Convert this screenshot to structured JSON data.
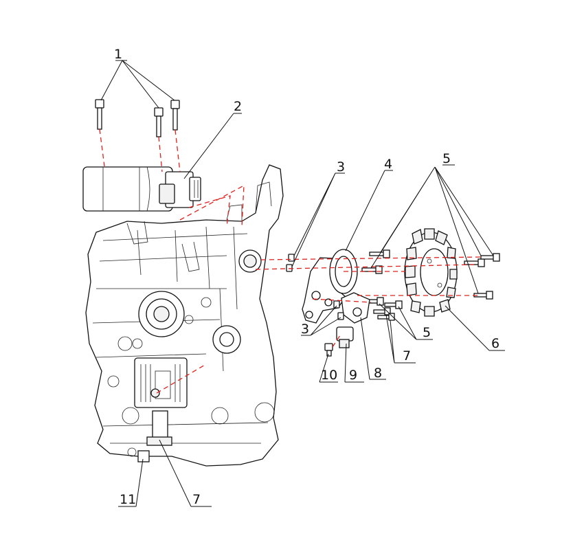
{
  "callouts": [
    {
      "id": "c1",
      "text": "1"
    },
    {
      "id": "c2",
      "text": "2"
    },
    {
      "id": "c3a",
      "text": "3"
    },
    {
      "id": "c4",
      "text": "4"
    },
    {
      "id": "c5a",
      "text": "5"
    },
    {
      "id": "c3b",
      "text": "3"
    },
    {
      "id": "c5b",
      "text": "5"
    },
    {
      "id": "c6",
      "text": "6"
    },
    {
      "id": "c7a",
      "text": "7"
    },
    {
      "id": "c8",
      "text": "8"
    },
    {
      "id": "c9",
      "text": "9"
    },
    {
      "id": "c10",
      "text": "10"
    },
    {
      "id": "c11",
      "text": "11"
    },
    {
      "id": "c7b",
      "text": "7"
    }
  ],
  "colors": {
    "line": "#111111",
    "dashed_guide": "#e0201c",
    "background": "#ffffff"
  }
}
